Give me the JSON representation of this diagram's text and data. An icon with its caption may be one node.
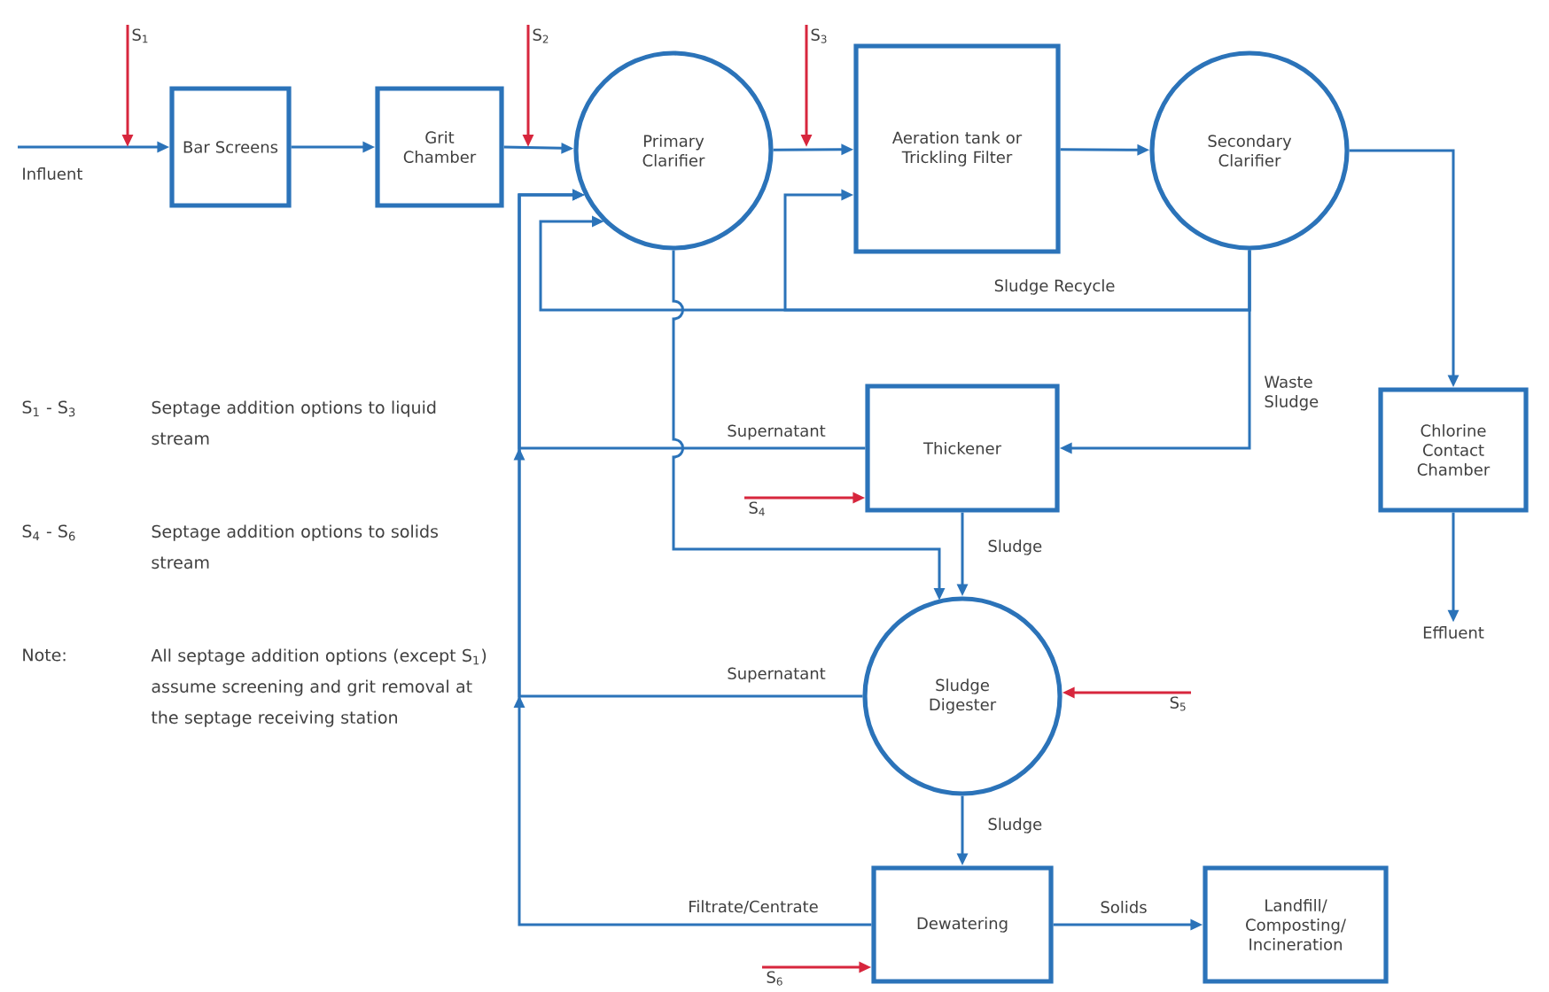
{
  "diagram": {
    "nodes": [
      {
        "text": [
          "Influent"
        ]
      },
      {
        "text": [
          "Bar Screens"
        ]
      },
      {
        "text": [
          "Grit Chamber"
        ]
      },
      {
        "text": [
          "Primary Clarifier"
        ]
      },
      {
        "text": [
          "Aeration tank or Trickling Filter"
        ]
      },
      {
        "text": [
          "Secondary Clarifier"
        ]
      },
      {
        "text": [
          "Chlorine Contact Chamber"
        ]
      },
      {
        "text": [
          "Effluent"
        ]
      },
      {
        "text": [
          "Thickener"
        ]
      },
      {
        "text": [
          "Sludge Digester"
        ]
      },
      {
        "text": [
          "Dewatering"
        ]
      },
      {
        "text": [
          "Landfill/ Composting/ Incineration"
        ]
      },
      {
        "text": [
          "S$_{1}$"
        ]
      },
      {
        "text": [
          "S$_{2}$"
        ]
      },
      {
        "text": [
          "S$_{3}$"
        ]
      },
      {
        "text": [
          "S$_{4}$"
        ]
      },
      {
        "text": [
          "S$_{5}$"
        ]
      },
      {
        "text": [
          "S$_{6}$"
        ]
      }
    ],
    "edges": [
      {
        "from": 0,
        "to": 1,
        "arrow": "to"
      },
      {
        "from": 1,
        "to": 2,
        "arrow": "to"
      },
      {
        "from": 2,
        "to": 3,
        "arrow": "to"
      },
      {
        "from": 3,
        "to": 4,
        "arrow": "to"
      },
      {
        "from": 4,
        "to": 5,
        "arrow": "to"
      },
      {
        "from": 5,
        "to": 6,
        "arrow": "to"
      },
      {
        "from": 6,
        "to": 7,
        "arrow": "to"
      },
      {
        "from": 5,
        "to": 8,
        "arrow": "to",
        "label": "Waste Sludge"
      },
      {
        "from": 5,
        "to": 3,
        "arrow": "to",
        "label": "Sludge Recycle"
      },
      {
        "from": 5,
        "to": 4,
        "arrow": "to"
      },
      {
        "from": 3,
        "to": 9,
        "arrow": "to"
      },
      {
        "from": 8,
        "to": 9,
        "arrow": "to",
        "label": "Sludge"
      },
      {
        "from": 9,
        "to": 10,
        "arrow": "to",
        "label": "Sludge"
      },
      {
        "from": 10,
        "to": 11,
        "arrow": "to",
        "label": "Solids"
      },
      {
        "from": 8,
        "to": 3,
        "arrow": "to",
        "label": "Supernatant"
      },
      {
        "from": 9,
        "to": 3,
        "arrow": "to",
        "label": "Supernatant"
      },
      {
        "from": 10,
        "to": 3,
        "arrow": "to",
        "label": "Filtrate/Centrate"
      },
      {
        "from": 12,
        "to": null,
        "arrow": "to",
        "color": "#d7263d"
      },
      {
        "from": 13,
        "to": null,
        "arrow": "to",
        "color": "#d7263d"
      },
      {
        "from": 14,
        "to": null,
        "arrow": "to",
        "color": "#d7263d"
      },
      {
        "from": 15,
        "to": 8,
        "arrow": "to",
        "color": "#d7263d"
      },
      {
        "from": 16,
        "to": 9,
        "arrow": "to",
        "color": "#d7263d"
      },
      {
        "from": 17,
        "to": 10,
        "arrow": "to",
        "color": "#d7263d"
      }
    ],
    "labels": [
      "S$_{1}$ - S$_{3}$",
      "Septage addition options to liquid stream",
      "S$_{4}$ - S$_{6}$",
      "Septage addition options to solids stream",
      "Note:",
      "All septage addition options (except S$_{1}$) assume screening and grit removal at the septage receiving station"
    ]
  }
}
